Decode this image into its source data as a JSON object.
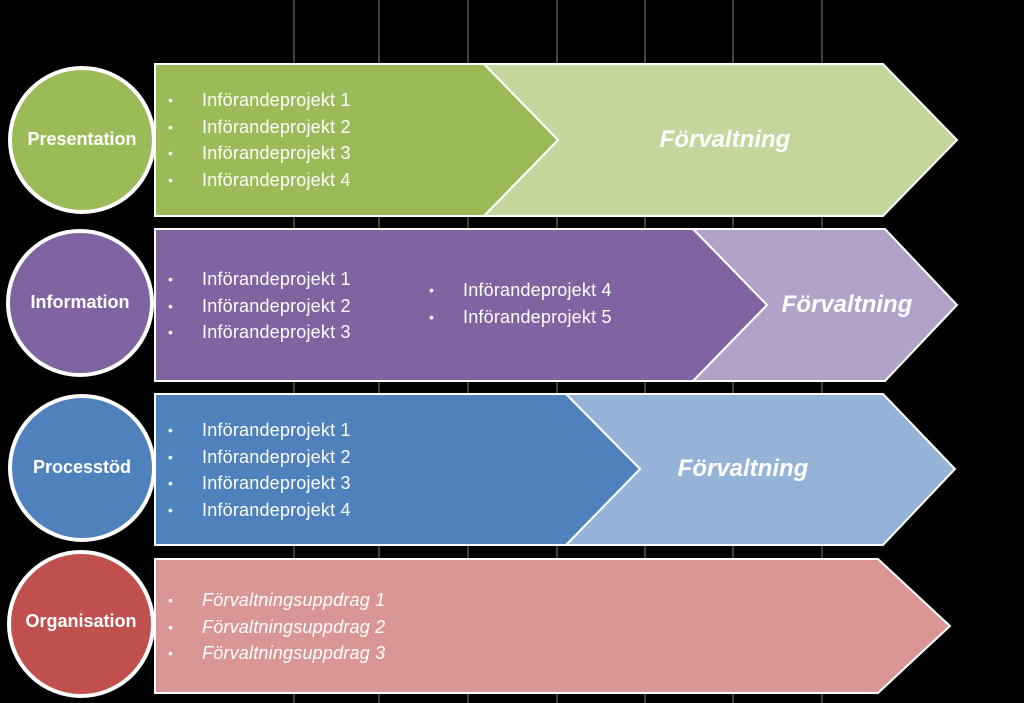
{
  "rows": [
    {
      "label": "Presentation",
      "circle_color": "#9bbb59",
      "dark_color": "#9bbb59",
      "light_color": "#c3d69b",
      "projects_a": [
        "Införandeprojekt  1",
        "Införandeprojekt  2",
        "Införandeprojekt  3",
        "Införandeprojekt  4"
      ],
      "projects_b": [],
      "phase": "Förvaltning"
    },
    {
      "label": "Information",
      "circle_color": "#8064a2",
      "dark_color": "#8064a2",
      "light_color": "#b3a2c7",
      "projects_a": [
        "Införandeprojekt  1",
        "Införandeprojekt  2",
        "Införandeprojekt  3"
      ],
      "projects_b": [
        "Införandeprojekt  4",
        "Införandeprojekt  5"
      ],
      "phase": "Förvaltning"
    },
    {
      "label": "Processtöd",
      "circle_color": "#4f81bd",
      "dark_color": "#4f81bd",
      "light_color": "#95b3d7",
      "projects_a": [
        "Införandeprojekt  1",
        "Införandeprojekt  2",
        "Införandeprojekt  3",
        "Införandeprojekt  4"
      ],
      "projects_b": [],
      "phase": "Förvaltning"
    },
    {
      "label": "Organisation",
      "circle_color": "#c0504d",
      "dark_color": "#d99694",
      "light_color": "#d99694",
      "projects_a": [
        "Förvaltningsuppdrag 1",
        "Förvaltningsuppdrag 2",
        "Förvaltningsuppdrag 3"
      ],
      "projects_b": [],
      "phase": ""
    }
  ]
}
